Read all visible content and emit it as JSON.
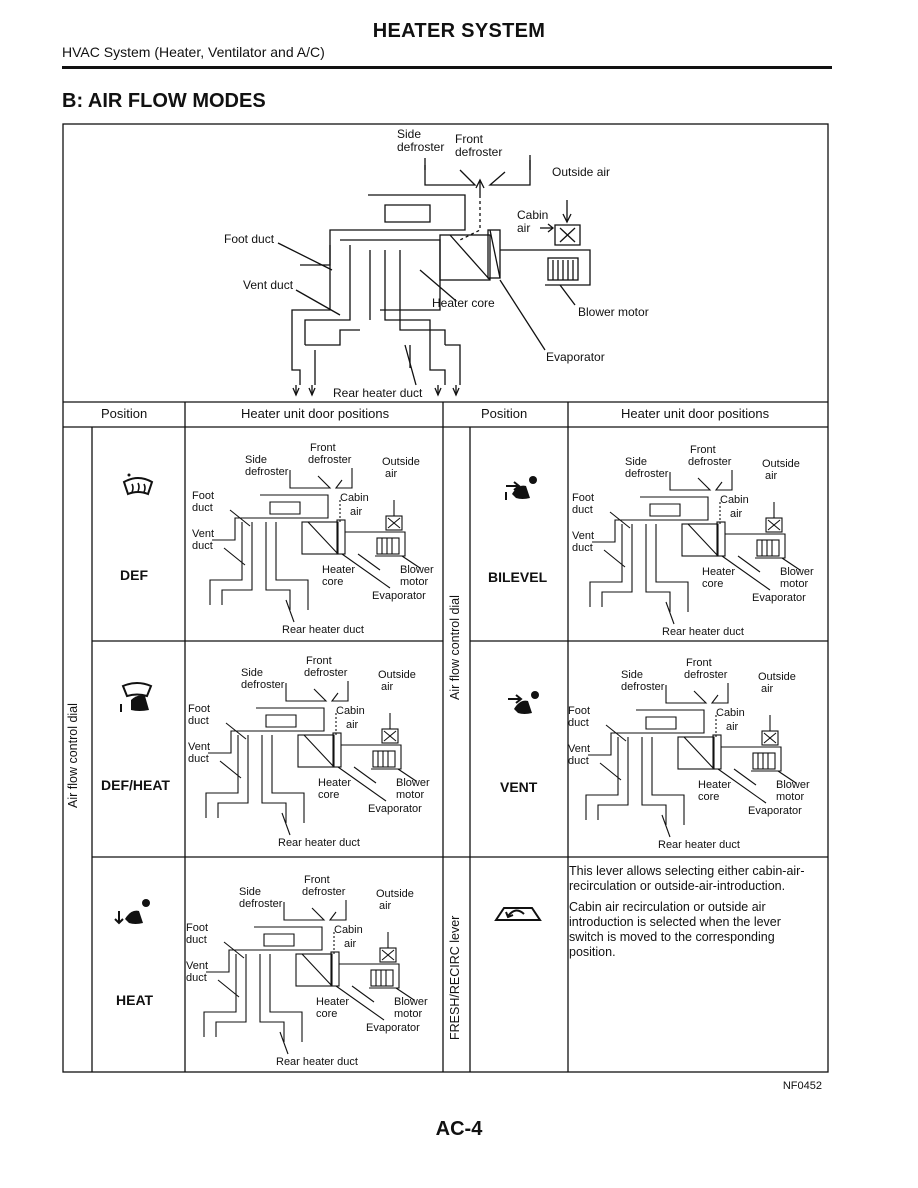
{
  "header": {
    "title": "HEATER SYSTEM",
    "subtitle": "HVAC System (Heater, Ventilator and A/C)"
  },
  "section_title": "B: AIR FLOW MODES",
  "main_diagram": {
    "side_defroster": "Side\ndefroster",
    "front_defroster": "Front\ndefroster",
    "outside_air": "Outside air",
    "cabin_air": "Cabin\nair",
    "foot_duct": "Foot duct",
    "vent_duct": "Vent duct",
    "heater_core": "Heater core",
    "blower_motor": "Blower motor",
    "evaporator": "Evaporator",
    "rear_heater_duct": "Rear heater duct"
  },
  "table": {
    "col_position": "Position",
    "col_door_positions": "Heater unit door positions",
    "air_flow_dial_label": "Air flow control dial",
    "lever_label": "FRESH/RECIRC lever",
    "modes": [
      {
        "name": "DEF",
        "icon": "def-icon"
      },
      {
        "name": "BILEVEL",
        "icon": "bilevel-icon"
      },
      {
        "name": "DEF/HEAT",
        "icon": "def-heat-icon"
      },
      {
        "name": "VENT",
        "icon": "vent-icon"
      },
      {
        "name": "HEAT",
        "icon": "heat-icon"
      }
    ],
    "lever_note_1": "This lever allows selecting either cabin-air-recirculation or outside-air-introduction.",
    "lever_note_2": "Cabin air recirculation or outside air introduction is selected when the lever switch is moved to the corresponding position."
  },
  "mini_labels": {
    "front": "Front",
    "side": "Side",
    "defroster": "defroster",
    "outside": "Outside",
    "air": "air",
    "foot": "Foot",
    "duct": "duct",
    "vent": "Vent",
    "cabin": "Cabin",
    "heater": "Heater",
    "core": "core",
    "blower": "Blower",
    "motor": "motor",
    "evaporator": "Evaporator",
    "rear_heater_duct": "Rear heater duct"
  },
  "figure_id": "NF0452",
  "page_number": "AC-4"
}
